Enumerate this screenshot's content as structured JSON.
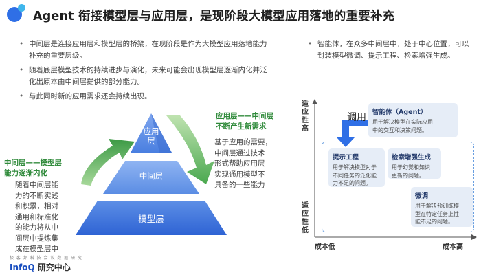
{
  "title": "Agent 衔接模型层与应用层，是现阶段大模型应用落地的重要补充",
  "left_bullets": [
    "中间层是连接应用层和模型层的桥梁，在现阶段是作为大模型应用落地能力",
    "补充的重要层级。",
    "随着底层模型技术的持续进步与演化，未来可能会出现模型层逐渐内化并泛",
    "化出原本由中间层提供的部分能力。",
    "与此同时新的应用需求还会持续出现。"
  ],
  "right_bullet": {
    "line1": "智能体，在众多中间层中，处于中心位置，可以",
    "line2": "封装模型微调、提示工程、检索增强生成。"
  },
  "pyramid": {
    "top": [
      "应用",
      "层"
    ],
    "middle": "中间层",
    "bottom": "模型层",
    "right_label": [
      "应用层——中间层",
      "不断产生新需求"
    ],
    "right_text": [
      "基于应用的需要，",
      "中间层通过技术",
      "形式帮助应用层",
      "实现通用模型不",
      "具备的一些能力"
    ],
    "left_label": [
      "中间层——模型层",
      "能力逐渐内化"
    ],
    "left_text": [
      "随着中间层能",
      "力的不断实践",
      "和积累，相对",
      "通用和标准化",
      "的能力将从中",
      "间层中提炼集",
      "成在模型层中"
    ]
  },
  "diagram": {
    "y_top": [
      "适",
      "应",
      "性",
      "高"
    ],
    "y_bottom": [
      "适",
      "应",
      "性",
      "低"
    ],
    "x_left": "成本低",
    "x_right": "成本高",
    "call_label": "调用",
    "agent": {
      "title": "智能体（Agent）",
      "desc": [
        "用于解决模型在实际应用",
        "中的交互和决策问题。"
      ]
    },
    "prompt": {
      "title": "提示工程",
      "desc": [
        "用于解决模型对于",
        "不同任务的泛化能",
        "力不足的问题。"
      ]
    },
    "rag": {
      "title": "检索增强生成",
      "desc": [
        "用于幻觉和知识",
        "更新的问题。"
      ]
    },
    "finetune": {
      "title": "微调",
      "desc": [
        "用于解决预训练模",
        "型在特定任务上性",
        "能不足的问题。"
      ]
    }
  },
  "footer": {
    "tagline": "极 客 邦 科 技 会 议 数 据 研 究",
    "brand": "InfoQ",
    "brand_cn": "研究中心"
  },
  "colors": {
    "accent_blue": "#2f6fe6",
    "accent_cyan": "#3fb6ec",
    "green": "#2f8a3a",
    "card_bg": "#e6edf7",
    "dashed": "#6a9fe0"
  }
}
